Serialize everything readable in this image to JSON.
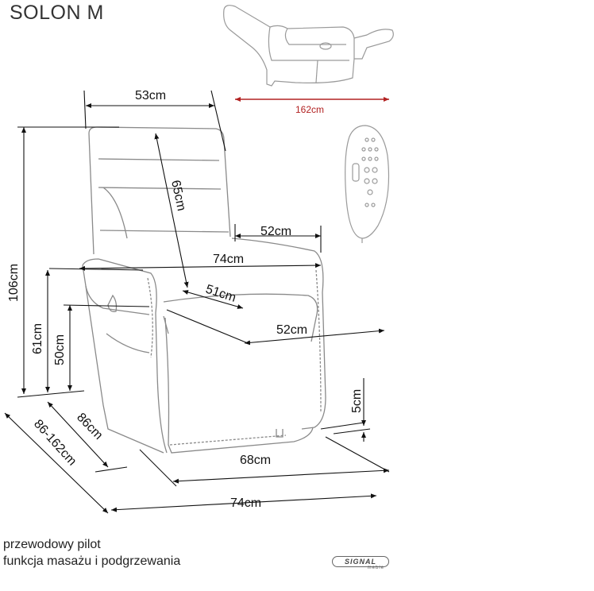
{
  "title": "SOLON M",
  "dims": {
    "recline_length": "162cm",
    "seat_back_width": "53cm",
    "back_height": "65cm",
    "seat_depth_top": "52cm",
    "total_width": "74cm",
    "seat_width": "51cm",
    "seat_depth": "52cm",
    "total_height": "106cm",
    "arm_height": "61cm",
    "seat_height": "50cm",
    "ground_clearance": "5cm",
    "depth": "86cm",
    "depth_range": "86-162cm",
    "base_width": "68cm",
    "bottom_width": "74cm"
  },
  "notes": {
    "line1": "przewodowy pilot",
    "line2": "funkcja masażu i podgrzewania"
  },
  "logo": {
    "brand": "SIGNAL",
    "sub": "meble"
  },
  "colors": {
    "line": "#111111",
    "sketch": "#8a8a8a",
    "accent": "#b22222"
  }
}
